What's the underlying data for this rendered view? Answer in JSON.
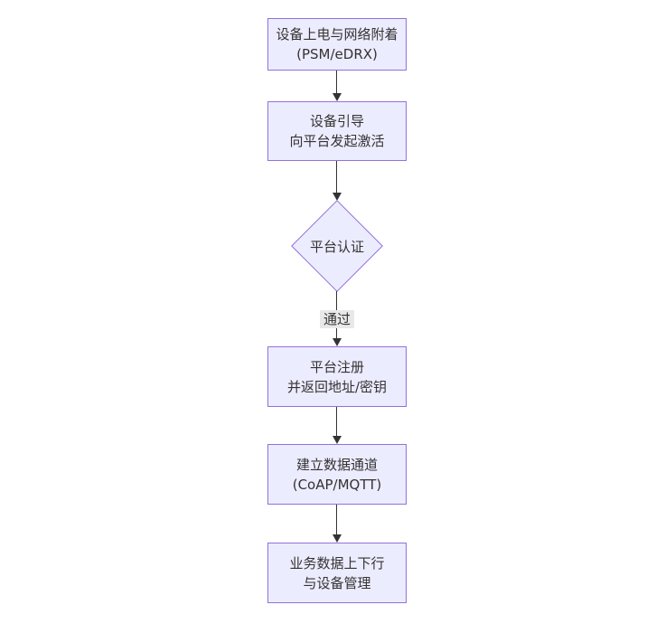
{
  "diagram": {
    "type": "flowchart",
    "direction": "top-down",
    "colors": {
      "background": "#ffffff",
      "node_fill": "#ECECFF",
      "node_border": "#9370DB",
      "arrow": "#333333",
      "edge_label_bg": "#e8e8e8",
      "text": "#333333"
    },
    "nodes": [
      {
        "id": "power-attach",
        "shape": "rect",
        "lines": [
          "设备上电与网络附着",
          "(PSM/eDRX)"
        ]
      },
      {
        "id": "bootstrap",
        "shape": "rect",
        "lines": [
          "设备引导",
          "向平台发起激活"
        ]
      },
      {
        "id": "platform-auth",
        "shape": "diamond",
        "lines": [
          "平台认证"
        ]
      },
      {
        "id": "platform-register",
        "shape": "rect",
        "lines": [
          "平台注册",
          "并返回地址/密钥"
        ]
      },
      {
        "id": "data-channel",
        "shape": "rect",
        "lines": [
          "建立数据通道",
          "(CoAP/MQTT)"
        ]
      },
      {
        "id": "business-data",
        "shape": "rect",
        "lines": [
          "业务数据上下行",
          "与设备管理"
        ]
      }
    ],
    "edges": [
      {
        "from": "power-attach",
        "to": "bootstrap",
        "label": ""
      },
      {
        "from": "bootstrap",
        "to": "platform-auth",
        "label": ""
      },
      {
        "from": "platform-auth",
        "to": "platform-register",
        "label": "通过"
      },
      {
        "from": "platform-register",
        "to": "data-channel",
        "label": ""
      },
      {
        "from": "data-channel",
        "to": "business-data",
        "label": ""
      }
    ]
  }
}
